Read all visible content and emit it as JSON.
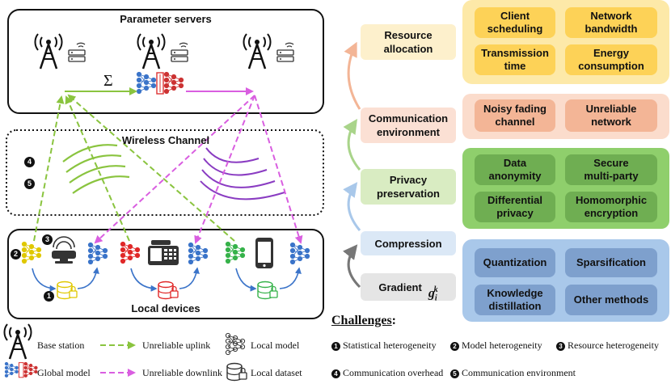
{
  "left": {
    "parameter_servers": "Parameter servers",
    "sigma": "Σ",
    "wireless_channel": "Wireless Channel",
    "local_devices": "Local devices",
    "markers": [
      "4",
      "5",
      "2",
      "3",
      "1"
    ]
  },
  "pipeline": [
    {
      "label": "Resource\nallocation",
      "fill": "#fdf0cc"
    },
    {
      "label": "Communication\nenvironment",
      "fill": "#fbe0d4"
    },
    {
      "label": "Privacy\npreservation",
      "fill": "#d9ecc2"
    },
    {
      "label": "Compression",
      "fill": "#dbe8f6"
    },
    {
      "label": "Gradient",
      "fill": "#e5e5e5"
    }
  ],
  "gradient_symbol": {
    "base": "g",
    "sub": "i",
    "sup": "k"
  },
  "groups": [
    {
      "name": "resource",
      "bg": "#fde9a8",
      "cell": "#fdd257",
      "items": [
        "Client\nscheduling",
        "Network\nbandwidth",
        "Transmission\ntime",
        "Energy\nconsumption"
      ]
    },
    {
      "name": "communication",
      "bg": "#fbdccc",
      "cell": "#f3b596",
      "items": [
        "Noisy fading\nchannel",
        "Unreliable\nnetwork"
      ]
    },
    {
      "name": "privacy",
      "bg": "#8fcf6c",
      "cell": "#6fae52",
      "items": [
        "Data\nanonymity",
        "Secure\nmulti-party",
        "Differential\nprivacy",
        "Homomorphic\nencryption"
      ]
    },
    {
      "name": "compression",
      "bg": "#a9c8ea",
      "cell": "#7ea0cd",
      "items": [
        "Quantization",
        "Sparsification",
        "Knowledge\ndistillation",
        "Other methods"
      ]
    }
  ],
  "legend": {
    "base_station": "Base station",
    "global_model": "Global model",
    "uplink": "Unreliable uplink",
    "downlink": "Unreliable downlink",
    "local_model": "Local model",
    "local_dataset": "Local dataset"
  },
  "challenges": {
    "title": "Challenges",
    "colon": ":",
    "items": [
      {
        "num": "1",
        "text": "Statistical heterogeneity"
      },
      {
        "num": "2",
        "text": "Model heterogeneity"
      },
      {
        "num": "3",
        "text": "Resource heterogeneity"
      },
      {
        "num": "4",
        "text": "Communication overhead"
      },
      {
        "num": "5",
        "text": "Communication environment"
      }
    ]
  },
  "colors": {
    "uplink": "#8ac43f",
    "downlink": "#d95ee0",
    "arrow_orange": "#f3b596",
    "arrow_green": "#a9d48a",
    "arrow_blue": "#a9c8ea",
    "arrow_gray": "#777777"
  }
}
